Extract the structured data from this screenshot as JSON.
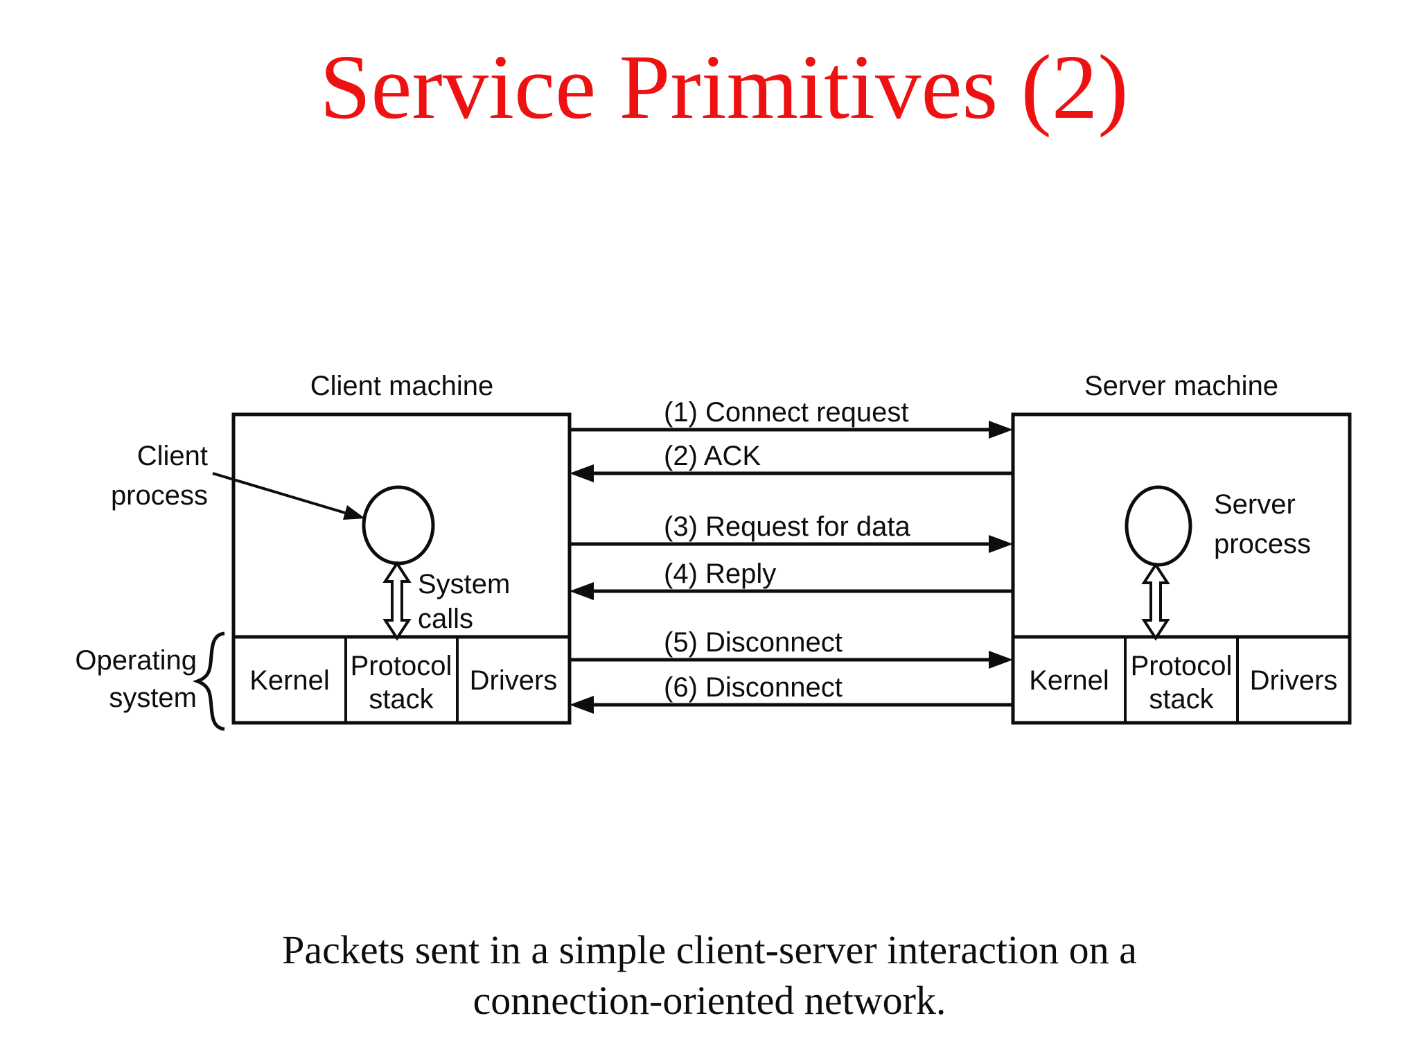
{
  "slide": {
    "title": "Service Primitives (2)",
    "title_color": "#ee1111",
    "caption_lines": [
      "Packets sent in a simple client-server interaction on a",
      "connection-oriented network."
    ]
  },
  "diagram": {
    "ink_color": "#0d0d0d",
    "client": {
      "machine_label": "Client machine",
      "process_label_lines": [
        "Client",
        "process"
      ],
      "system_calls_lines": [
        "System",
        "calls"
      ],
      "os_label_lines": [
        "Operating",
        "system"
      ],
      "cells": {
        "kernel": "Kernel",
        "protocol_lines": [
          "Protocol",
          "stack"
        ],
        "drivers": "Drivers"
      }
    },
    "server": {
      "machine_label": "Server machine",
      "process_label_lines": [
        "Server",
        "process"
      ],
      "cells": {
        "kernel": "Kernel",
        "protocol_lines": [
          "Protocol",
          "stack"
        ],
        "drivers": "Drivers"
      }
    },
    "messages": [
      {
        "label": "(1) Connect request",
        "direction": "right"
      },
      {
        "label": "(2) ACK",
        "direction": "left"
      },
      {
        "label": "(3) Request for data",
        "direction": "right"
      },
      {
        "label": "(4) Reply",
        "direction": "left"
      },
      {
        "label": "(5) Disconnect",
        "direction": "right"
      },
      {
        "label": "(6) Disconnect",
        "direction": "left"
      }
    ]
  }
}
